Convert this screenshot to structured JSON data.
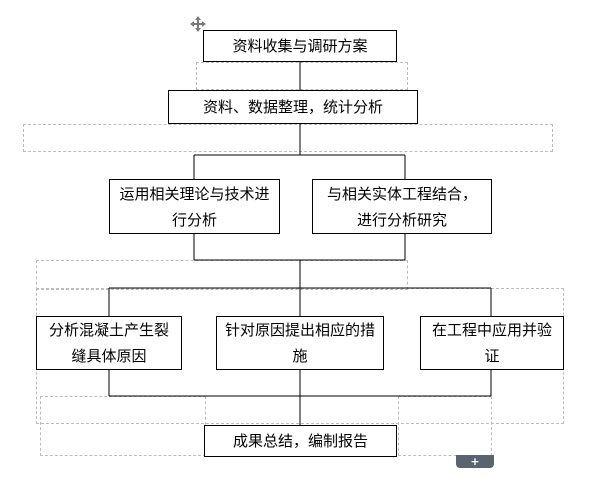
{
  "diagram": {
    "nodes": {
      "n1": "资料收集与调研方案",
      "n2": "资料、数据整理，统计分析",
      "n3a_line1": "运用相关理论与技术进",
      "n3a_line2": "行分析",
      "n3b_line1": "与相关实体工程结合，",
      "n3b_line2": "进行分析研究",
      "n4a_line1": "分析混凝土产生裂",
      "n4a_line2": "缝具体原因",
      "n4b_line1": "针对原因提出相应的措",
      "n4b_line2": "施",
      "n4c_line1": "在工程中应用并验",
      "n4c_line2": "证",
      "n5": "成果总结，编制报告"
    },
    "add_tab_glyph": "+",
    "line_color": "#000000",
    "guide_color": "#bdbdbd"
  }
}
